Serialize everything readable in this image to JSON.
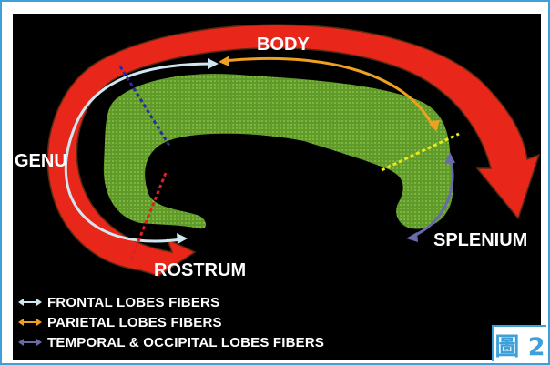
{
  "labels": {
    "body": "BODY",
    "genu": "GENU",
    "rostrum": "ROSTRUM",
    "splenium": "SPLENIUM"
  },
  "legend": [
    {
      "text": "FRONTAL LOBES FIBERS",
      "color": "#cfe8f0"
    },
    {
      "text": "PARIETAL LOBES FIBERS",
      "color": "#f0a020"
    },
    {
      "text": "TEMPORAL & OCCIPITAL LOBES FIBERS",
      "color": "#6a6aa8"
    }
  ],
  "badge": "圖 2",
  "colors": {
    "corpus": "#6fa532",
    "big_arrow": "#e8261a",
    "frontal": "#cfe8f0",
    "parietal": "#f0a020",
    "temporal": "#6a6aa8",
    "divider_blue": "#2a2aa0",
    "divider_red": "#e02020",
    "divider_yellow": "#e8e820",
    "frame": "#3ea0d8"
  }
}
